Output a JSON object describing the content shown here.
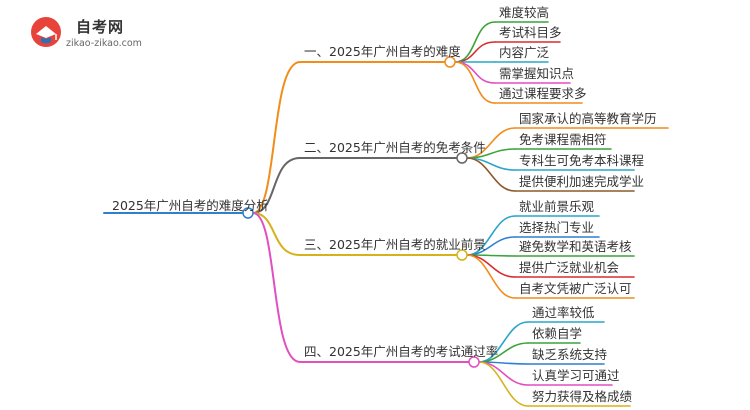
{
  "logo": {
    "title": "自考网",
    "subtitle": "zikao-zikao.com",
    "colors": {
      "mark_red": "#e8433a",
      "mark_blue": "#2f6fb5"
    }
  },
  "mindmap": {
    "root": {
      "label": "2025年广州自考的难度分析",
      "color": "#2f7fd0"
    },
    "branches": [
      {
        "label": "一、2025年广州自考的难度",
        "color": "#f28c1a",
        "leaves": [
          {
            "label": "难度较高",
            "color": "#3aa33a"
          },
          {
            "label": "考试科目多",
            "color": "#d92b2b"
          },
          {
            "label": "内容广泛",
            "color": "#2aa6c9"
          },
          {
            "label": "需掌握知识点",
            "color": "#e24fc0"
          },
          {
            "label": "通过课程要求多",
            "color": "#f28c1a"
          }
        ]
      },
      {
        "label": "二、2025年广州自考的免考条件",
        "color": "#666666",
        "leaves": [
          {
            "label": "国家承认的高等教育学历",
            "color": "#f28c1a"
          },
          {
            "label": "免考课程需相符",
            "color": "#3aa33a"
          },
          {
            "label": "专科生可免考本科课程",
            "color": "#2aa6c9"
          },
          {
            "label": "提供便利加速完成学业",
            "color": "#8b5a2b"
          }
        ]
      },
      {
        "label": "三、2025年广州自考的就业前景",
        "color": "#d6b21a",
        "leaves": [
          {
            "label": "就业前景乐观",
            "color": "#2aa6c9"
          },
          {
            "label": "选择热门专业",
            "color": "#2f7fd0"
          },
          {
            "label": "避免数学和英语考核",
            "color": "#3aa33a"
          },
          {
            "label": "提供广泛就业机会",
            "color": "#d92b2b"
          },
          {
            "label": "自考文凭被广泛认可",
            "color": "#f28c1a"
          }
        ]
      },
      {
        "label": "四、2025年广州自考的考试通过率",
        "color": "#e24fc0",
        "leaves": [
          {
            "label": "通过率较低",
            "color": "#2aa6c9"
          },
          {
            "label": "依赖自学",
            "color": "#3aa33a"
          },
          {
            "label": "缺乏系统支持",
            "color": "#2f7fd0"
          },
          {
            "label": "认真学习可通过",
            "color": "#e24fc0"
          },
          {
            "label": "努力获得及格成绩",
            "color": "#d6b21a"
          }
        ]
      }
    ]
  }
}
